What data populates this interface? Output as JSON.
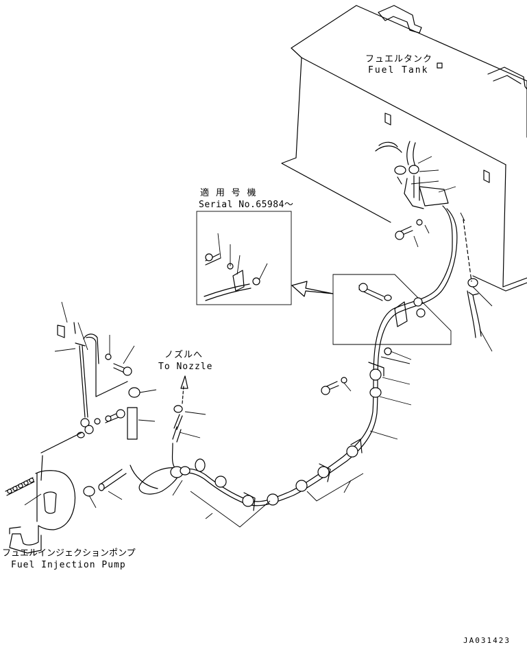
{
  "labels": {
    "fuel_tank_jp": "フュエルタンク",
    "fuel_tank_en": "Fuel Tank",
    "serial_jp": "適 用 号 機",
    "serial_en": "Serial No.65984～",
    "nozzle_jp": "ノズルへ",
    "nozzle_en": "To Nozzle",
    "pump_jp": "フュエルインジェクションポンプ",
    "pump_en": "Fuel Injection Pump",
    "drawing_code": "JA031423"
  }
}
